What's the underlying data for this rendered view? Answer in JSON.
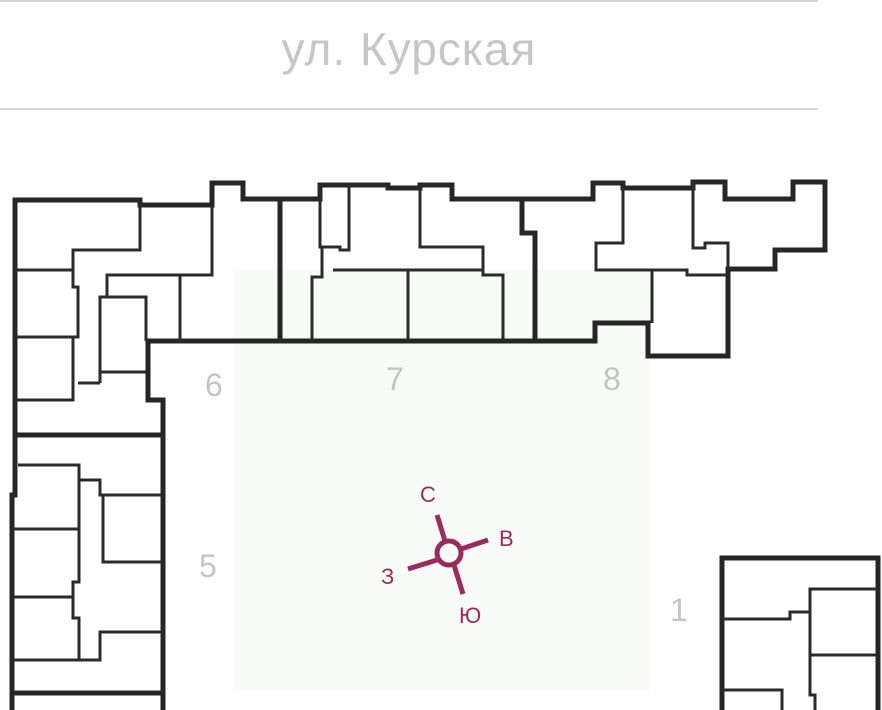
{
  "street": {
    "name": "ул. Курская"
  },
  "buildings": [
    {
      "number": "6"
    },
    {
      "number": "7"
    },
    {
      "number": "8"
    },
    {
      "number": "5"
    },
    {
      "number": "1"
    }
  ],
  "compass": {
    "north": "С",
    "east": "В",
    "south": "Ю",
    "west": "З",
    "color": "#9a2c5c"
  }
}
